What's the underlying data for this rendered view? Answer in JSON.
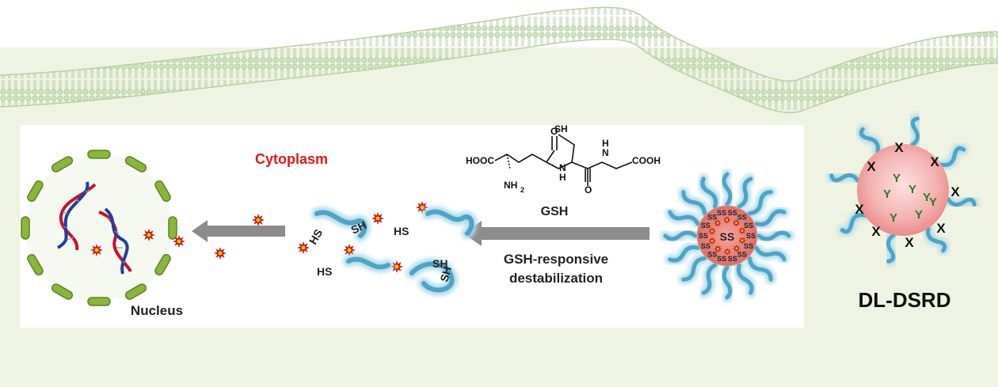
{
  "labels": {
    "cytoplasm": "Cytoplasm",
    "nucleus": "Nucleus",
    "gsh": "GSH",
    "process_line1": "GSH-responsive",
    "process_line2": "destabilization",
    "nanoparticle": "DL-DSRD"
  },
  "chem": {
    "hooc": "HOOC",
    "cooh": "COOH",
    "nh2": "NH",
    "nh2_sub": "2",
    "nh": "N",
    "h": "H",
    "o": "O",
    "sh": "SH"
  },
  "thiol_labels": {
    "hs": "HS",
    "sh": "SH"
  },
  "core_labels": {
    "ss": "SS",
    "s": "S"
  },
  "particle_marks": {
    "x": "X",
    "y": "Y"
  },
  "colors": {
    "background": "#eef3e2",
    "membrane": "#d6e6c6",
    "panel": "#ffffff",
    "cytoplasm_text": "#e8141c",
    "arrow": "#8c8c8c",
    "nucleus_segment": "#7aa82a",
    "dna_red": "#c8102e",
    "dna_blue": "#1f3f9e",
    "polymer": "#4fa3c7",
    "polymer_glow": "#a9dcec",
    "core": "#f2a3a0",
    "drug_star": "#c81e1e",
    "drug_star_center": "#f5d000",
    "y_mark": "#2f7a1f"
  }
}
